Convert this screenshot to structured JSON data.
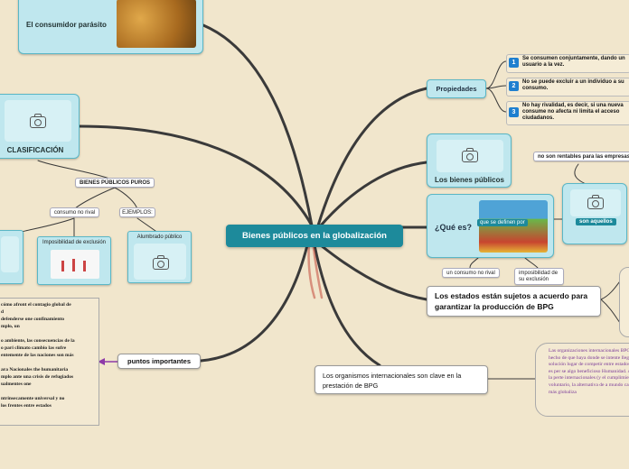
{
  "central": "Bienes públicos en la globalización",
  "consumidor_parasito": "El consumidor parásito",
  "clasificacion": "CLASIFICACIÓN",
  "bienes_publicos_puros": "BIENES PÚBLICOS PUROS",
  "consumo_no_rival_left": "consumo no rival",
  "ejemplos": "EJEMPLOS:",
  "imposibilidad_exclusion": "Imposibilidad de exclusión",
  "alumbrado_publico": "Alumbrado público",
  "propiedades": "Propiedades",
  "prop_items": [
    {
      "num": "1",
      "text": "Se consumen conjuntamente, dando un usuario a la vez."
    },
    {
      "num": "2",
      "text": "No se puede excluir a un individuo a su consumo."
    },
    {
      "num": "3",
      "text": "No hay rivalidad, es decir, si una nueva consume no afecta ni limita el acceso ciudadanos."
    }
  ],
  "bienes_publicos": "Los bienes públicos",
  "no_rentables": "no son rentables para las empresas",
  "que_es": "¿Qué es?",
  "que_se_definen": "que se definen por",
  "son_aquellos": "son aquellos",
  "un_consumo_no_rival": "un consumo no rival",
  "imposibilidad_de_su_exclusion": "imposibilidad de su exclusión",
  "estados": "Los estados están sujetos a acuerdo para garantizar la producción de BPG",
  "organismos": "Los organismos internacionales son clave en la prestación de BPG",
  "puntos_importantes": "puntos importantes",
  "org_note": "Las organizaciones internacionales BPGs. El hecho de que haya donde se intente llegar a solución lugar de competir entre estados fuerte, es per se algo beneficioso Humanidad. Aunque la perte internacionales (y el cumplimiento voluntario, la alternativa de a mundo cada vez más globaliza",
  "left_notes": [
    "cómo afront el contagio global de",
    "d",
    "defenderse one confinamiento",
    "mplo, un",
    "",
    "o ambiente, las consecuencias de la",
    "o pari climato cambio las sufre",
    "entemente de las naciones son más",
    "",
    "ara Nacionales the humanitaria",
    "mplo ante una crisis de refugiados",
    "ualmentes one",
    "",
    "ntrinsecamente universal y no",
    "los frentes entre estados"
  ],
  "colors": {
    "background": "#f1e6cc",
    "branch": "#3a3a3a",
    "central": "#1d8a9b",
    "card": "#bfe7ee",
    "number": "#1e7fcf",
    "arrow": "#8e3aa8",
    "note_text": "#7a3a98"
  }
}
